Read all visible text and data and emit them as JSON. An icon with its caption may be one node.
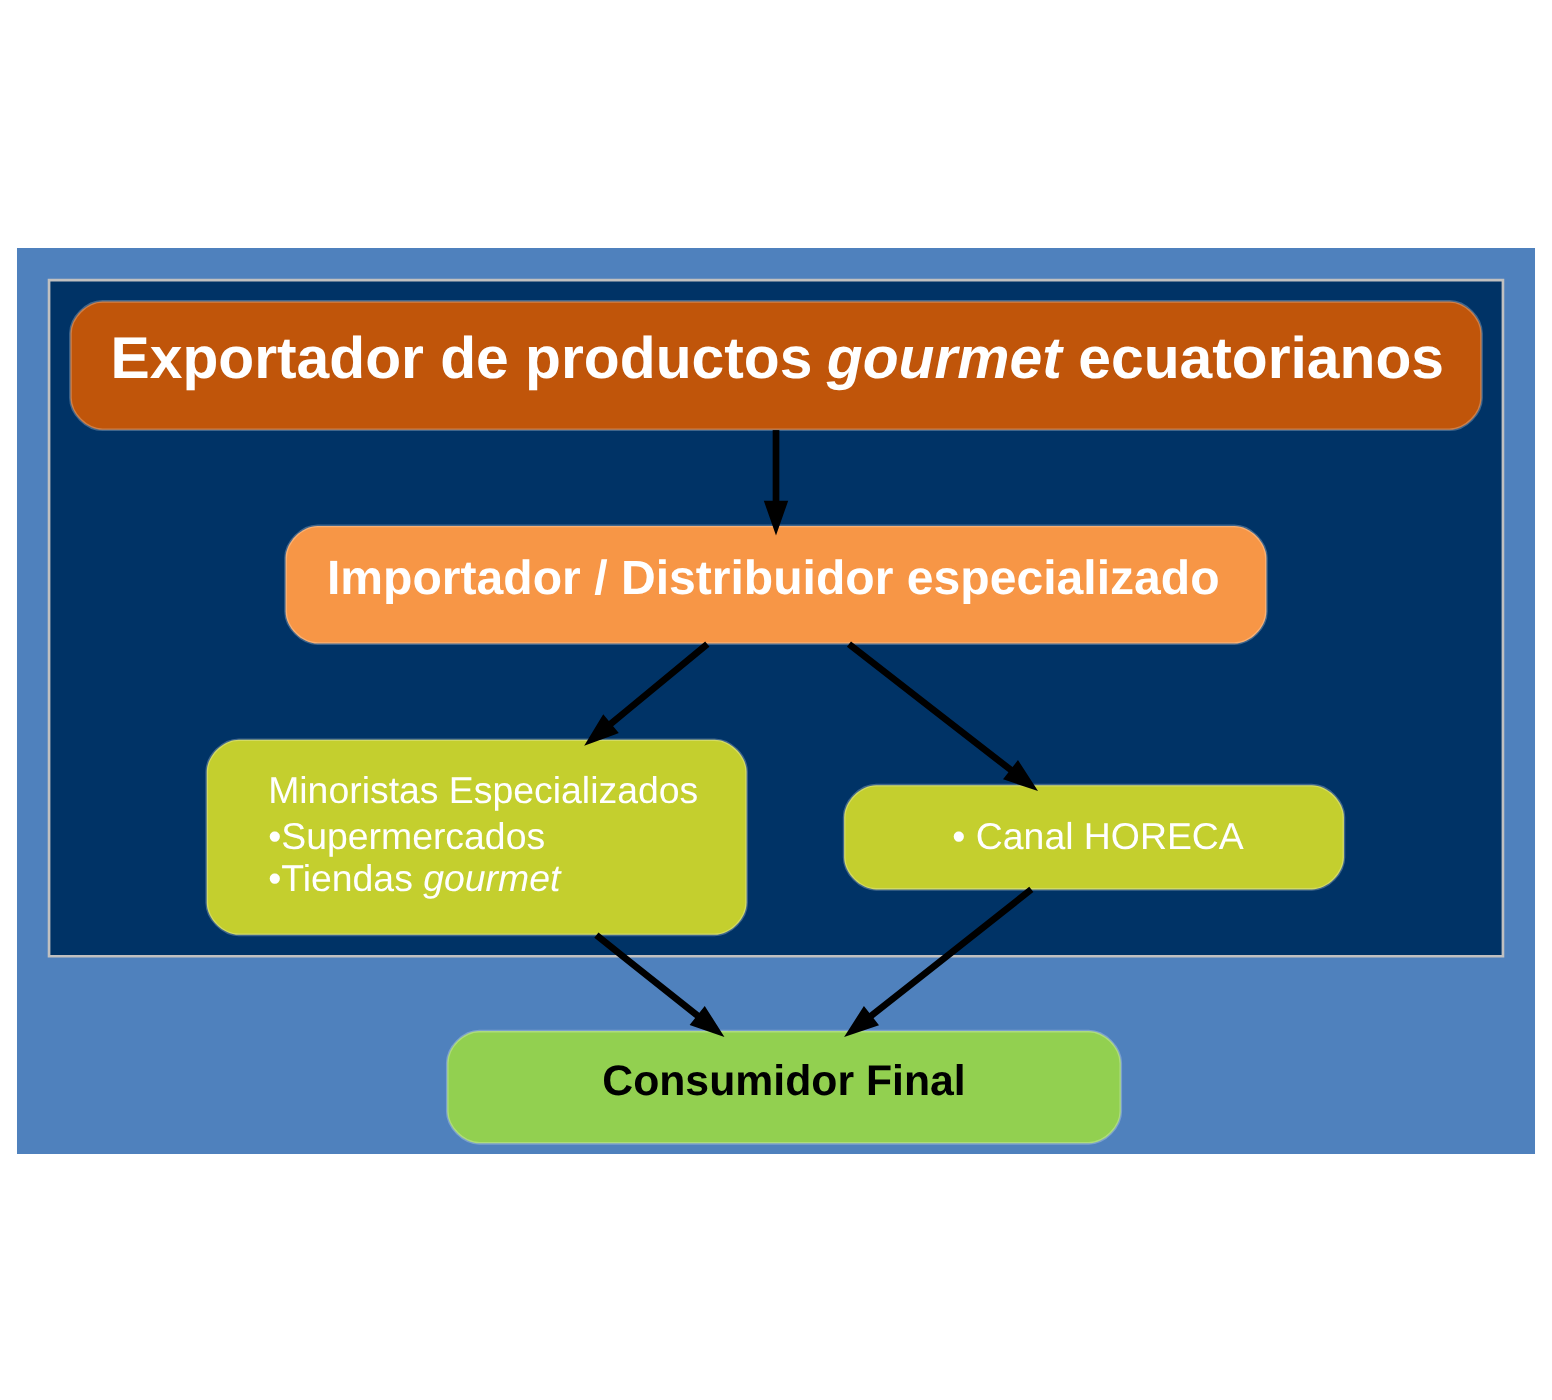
{
  "diagram": {
    "nodes": [
      {
        "text": [],
        "shape": "box"
      },
      {
        "text": [
          "Exportador de productos *gourmet* ecuatorianos"
        ],
        "in": 0
      },
      {
        "text": [
          "Importador / Distribuidor especializado"
        ],
        "in": 0
      },
      {
        "text": [
          "Minoristas Especializados",
          "•Supermercados",
          "•Tiendas *gourmet*"
        ],
        "in": 0
      },
      {
        "text": [
          "• Canal HORECA"
        ],
        "in": 0
      },
      {
        "text": [
          "Consumidor Final"
        ]
      }
    ],
    "edges": [
      {
        "from": 1,
        "to": 2,
        "arrow": "to"
      },
      {
        "from": 2,
        "to": 3,
        "arrow": "to"
      },
      {
        "from": 2,
        "to": 4,
        "arrow": "to"
      },
      {
        "from": 3,
        "to": 5,
        "arrow": "to"
      },
      {
        "from": 4,
        "to": 5,
        "arrow": "to"
      }
    ]
  }
}
